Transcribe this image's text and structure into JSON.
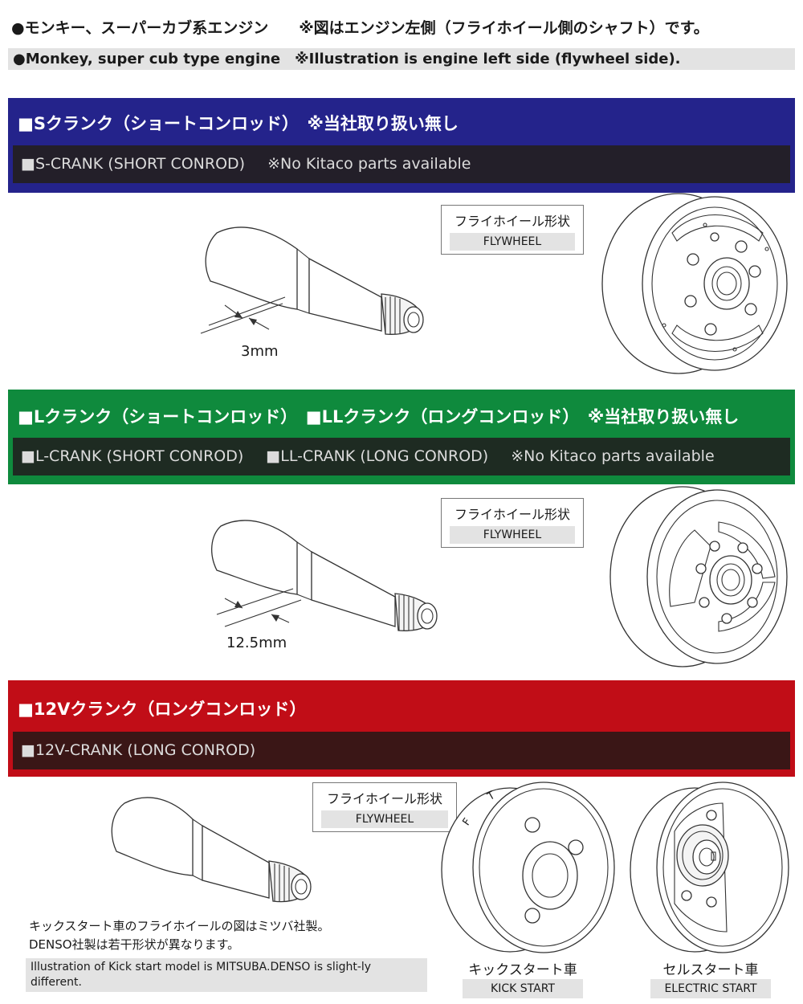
{
  "header": {
    "jp": "●モンキー、スーパーカブ系エンジン　　※図はエンジン左側（フライホイール側のシャフト）です。",
    "en": "●Monkey, super cub type engine　※Illustration is engine left side (flywheel side)."
  },
  "sections": [
    {
      "color": "#24238b",
      "subcolor": "#231f29",
      "title": "■Sクランク（ショートコンロッド）　※当社取り扱い無し",
      "sub": [
        "■S-CRANK (SHORT CONROD)",
        "※No Kitaco parts available"
      ],
      "dimension": "3mm",
      "flywheel_label_jp": "フライホイール形状",
      "flywheel_label_en": "FLYWHEEL"
    },
    {
      "color": "#0f8a3d",
      "subcolor": "#1e2b22",
      "title": "■Lクランク（ショートコンロッド）　■LLクランク（ロングコンロッド）　※当社取り扱い無し",
      "sub": [
        "■L-CRANK (SHORT CONROD)",
        "■LL-CRANK (LONG CONROD)",
        "※No Kitaco parts available"
      ],
      "dimension": "12.5mm",
      "flywheel_label_jp": "フライホイール形状",
      "flywheel_label_en": "FLYWHEEL"
    },
    {
      "color": "#c10d17",
      "subcolor": "#3a1616",
      "title": "■12Vクランク（ロングコンロッド）",
      "sub": [
        "■12V-CRANK (LONG CONROD)"
      ],
      "flywheel_label_jp": "フライホイール形状",
      "flywheel_label_en": "FLYWHEEL"
    }
  ],
  "note": {
    "jp_line1": "キックスタート車のフライホイールの図はミツバ社製。",
    "jp_line2": "DENSO社製は若干形状が異なります。",
    "en": "Illustration of Kick start model is MITSUBA.DENSO is slight-ly different."
  },
  "kick": {
    "jp": "キックスタート車",
    "en": "KICK START",
    "mark_f": "F",
    "mark_t": "T"
  },
  "electric": {
    "jp": "セルスタート車",
    "en": "ELECTRIC START"
  }
}
